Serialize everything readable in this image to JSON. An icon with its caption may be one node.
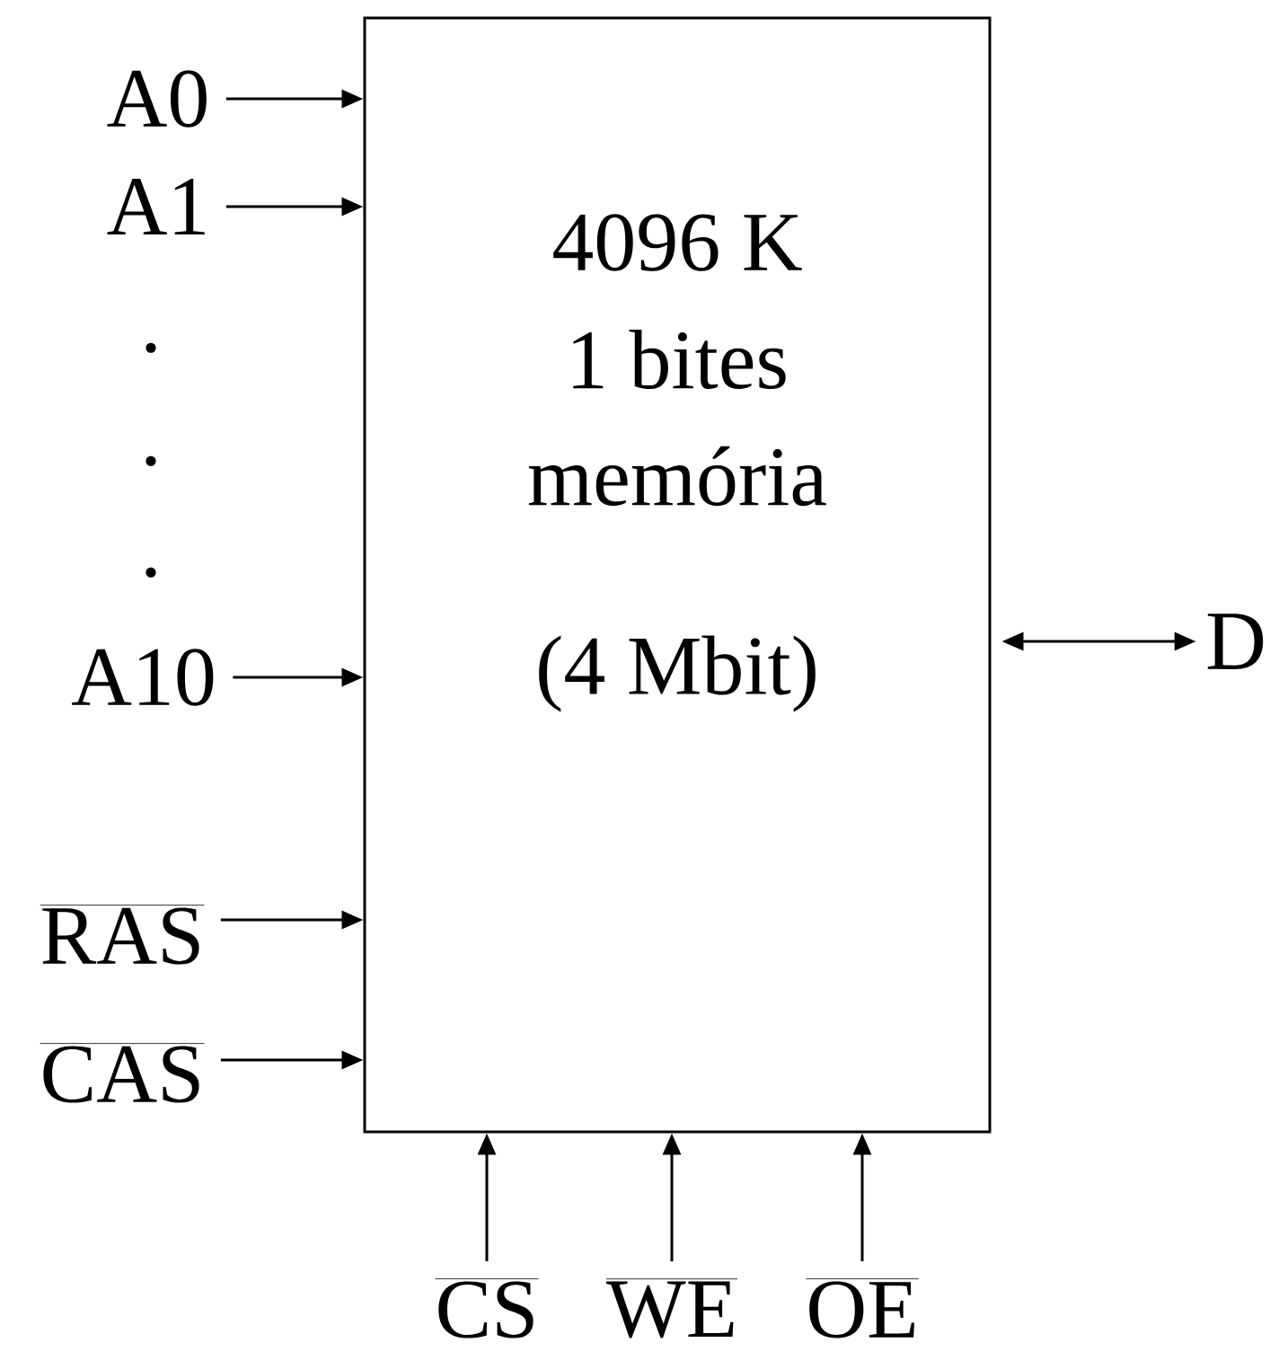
{
  "diagram": {
    "nodes": [
      {
        "text": [
          "4096 K",
          "1 bites",
          "memória",
          "(4 Mbit)"
        ]
      },
      {
        "text": [
          "A0"
        ]
      },
      {
        "text": [
          "A1"
        ]
      },
      {
        "text": [
          "A10"
        ]
      },
      {
        "text": [
          "RAS"
        ]
      },
      {
        "text": [
          "CAS"
        ]
      },
      {
        "text": [
          "D"
        ]
      },
      {
        "text": [
          "CS"
        ]
      },
      {
        "text": [
          "WE"
        ]
      },
      {
        "text": [
          "OE"
        ]
      }
    ],
    "edges": [
      {
        "from": 1,
        "to": 0,
        "arrow": "to"
      },
      {
        "from": 2,
        "to": 0,
        "arrow": "to"
      },
      {
        "from": 3,
        "to": 0,
        "arrow": "to"
      },
      {
        "from": 4,
        "to": 0,
        "arrow": "to"
      },
      {
        "from": 5,
        "to": 0,
        "arrow": "to"
      },
      {
        "from": 0,
        "to": 6,
        "arrow": "both"
      },
      {
        "from": 7,
        "to": 0,
        "arrow": "to"
      },
      {
        "from": 8,
        "to": 0,
        "arrow": "to"
      },
      {
        "from": 9,
        "to": 0,
        "arrow": "to"
      }
    ],
    "labels": [
      "·",
      "·",
      "·"
    ]
  }
}
